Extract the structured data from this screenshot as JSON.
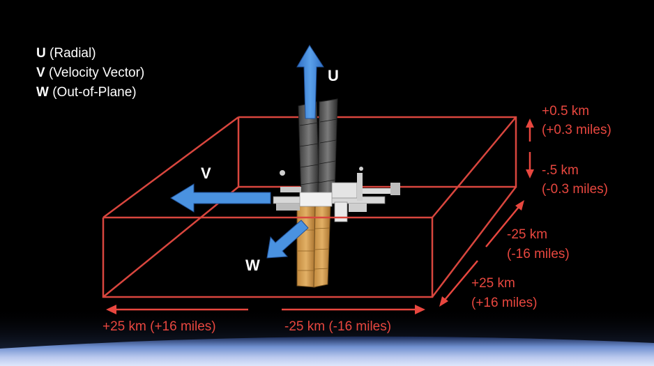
{
  "legend": [
    {
      "key": "U",
      "desc": "(Radial)"
    },
    {
      "key": "V",
      "desc": "(Velocity Vector)"
    },
    {
      "key": "W",
      "desc": "(Out-of-Plane)"
    }
  ],
  "axes": {
    "u": "U",
    "v": "V",
    "w": "W"
  },
  "dimensions": {
    "radial_up": {
      "line1": "+0.5 km",
      "line2": "(+0.3 miles)"
    },
    "radial_down": {
      "line1": "-.5 km",
      "line2": "(-0.3 miles)"
    },
    "outofplane_back": {
      "line1": "-25 km",
      "line2": "(-16 miles)"
    },
    "outofplane_front": {
      "line1": "+25 km",
      "line2": "(+16 miles)"
    },
    "velocity_forward": "+25 km (+16 miles)",
    "velocity_back": "-25 km (-16 miles)"
  },
  "colors": {
    "background": "#000000",
    "box": "#d9463e",
    "arrow_blue": "#3f86d6",
    "text_red": "#e8473f",
    "earth_glow": "#6f8fcf"
  }
}
